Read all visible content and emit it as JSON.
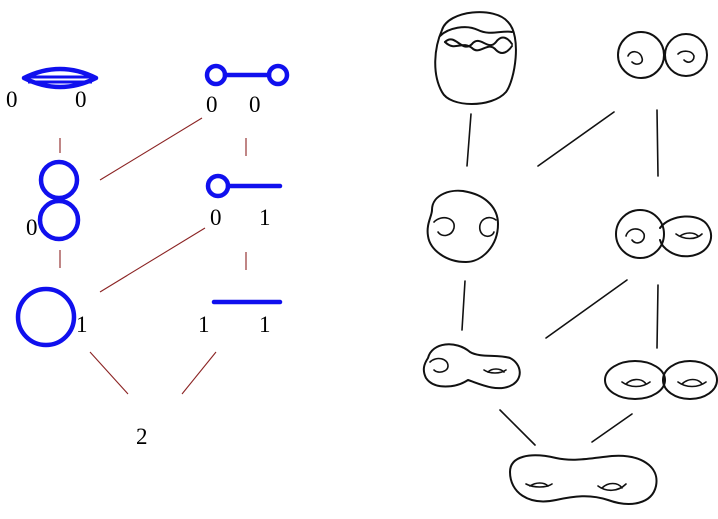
{
  "left_diagram": {
    "labels": {
      "a_left": "0",
      "a_right": "0",
      "b_left": "0",
      "b_right": "0",
      "c_center": "0",
      "d_left": "0",
      "d_right": "1",
      "e_right": "1",
      "f_left": "1",
      "f_right": "1",
      "bottom": "2"
    }
  }
}
